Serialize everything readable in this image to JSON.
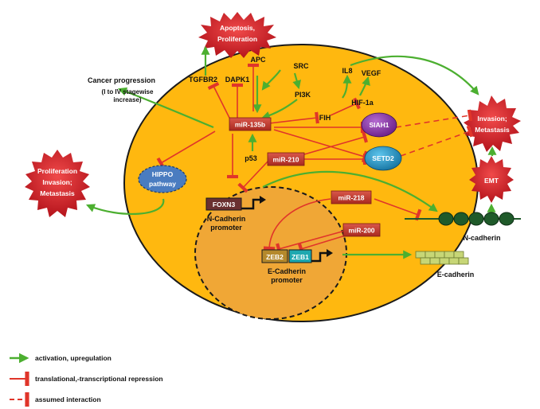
{
  "diagram": {
    "apoptosis_line1": "Apoptosis,",
    "apoptosis_line2": "Proliferation",
    "invasion_right_line1": "Invasion;",
    "invasion_right_line2": "Metastasis",
    "proliferation_left_line1": "Proliferation",
    "proliferation_left_line2": "Invasion;",
    "proliferation_left_line3": "Metastasis",
    "emt": "EMT",
    "cancer_progression": "Cancer progression",
    "stagewise_line1": "(I to IV stagewise",
    "stagewise_line2": "increase)",
    "tgfbr2": "TGFBR2",
    "dapk1": "DAPK1",
    "apc": "APC",
    "src": "SRC",
    "pi3k": "PI3K",
    "il8": "IL8",
    "vegf": "VEGF",
    "hif1a": "HIF-1a",
    "fih": "FIH",
    "p53": "p53",
    "mir135b": "miR-135b",
    "mir210": "miR-210",
    "mir218": "miR-218",
    "mir200": "miR-200",
    "siah1": "SIAH1",
    "setd2": "SETD2",
    "hippo_line1": "HIPPO",
    "hippo_line2": "pathway",
    "foxn3": "FOXN3",
    "ncad_promoter_line1": "N-Cadherin",
    "ncad_promoter_line2": "promoter",
    "zeb2": "ZEB2",
    "zeb1": "ZEB1",
    "ecad_promoter_line1": "E-Cadherin",
    "ecad_promoter_line2": "promoter",
    "n_cadherin": "N-cadherin",
    "e_cadherin": "E-cadherin"
  },
  "legend": {
    "activation": "activation, upregulation",
    "repression": "translational,-transcriptional repression",
    "assumed": "assumed interaction"
  },
  "colors": {
    "cell": "#FFB80F",
    "nucleus": "#F0A736",
    "activation": "#4CAF30",
    "repression": "#E0352A",
    "burst": "#D8232A",
    "mirna": "#C0392B",
    "siah1": "#7B2C94",
    "setd2": "#1E8FBF",
    "hippo": "#4A7CC0",
    "bead": "#1F5A2A"
  }
}
